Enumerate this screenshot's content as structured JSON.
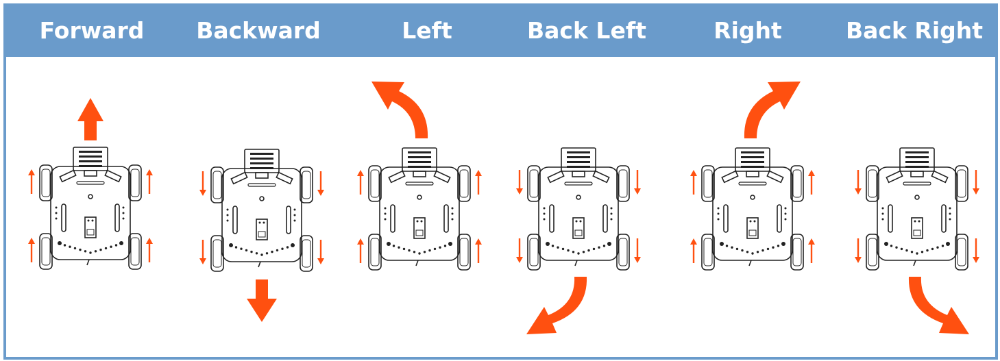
{
  "colors": {
    "header_bg": "#6a9bcb",
    "header_text": "#ffffff",
    "arrow": "#ff5010",
    "robot_line": "#222222"
  },
  "panels": [
    {
      "label": "Forward",
      "wheels": "up",
      "motion": "forward"
    },
    {
      "label": "Backward",
      "wheels": "down",
      "motion": "backward"
    },
    {
      "label": "Left",
      "wheels": "up",
      "motion": "left"
    },
    {
      "label": "Back Left",
      "wheels": "down",
      "motion": "back-left"
    },
    {
      "label": "Right",
      "wheels": "up",
      "motion": "right"
    },
    {
      "label": "Back Right",
      "wheels": "down",
      "motion": "back-right"
    }
  ]
}
